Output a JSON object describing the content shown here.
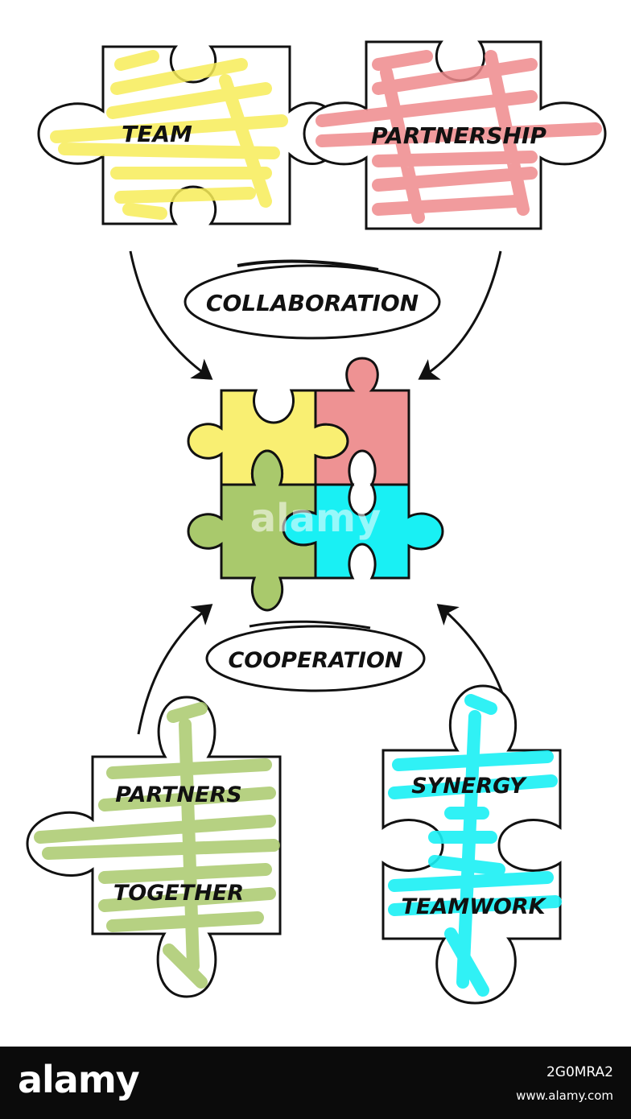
{
  "pieces": {
    "team": "TEAM",
    "partnership": "PARTNERSHIP",
    "partners": "PARTNERS",
    "together": "TOGETHER",
    "synergy": "SYNERGY",
    "teamwork": "TEAMWORK"
  },
  "ovals": {
    "collaboration": "COLLABORATION",
    "cooperation": "COOPERATION"
  },
  "colors": {
    "yellow": "#f9ef72",
    "pink": "#ee9293",
    "green": "#a9c96c",
    "cyan": "#19f0f4",
    "outline": "#111111"
  },
  "watermark": "alamy",
  "footer": {
    "brand": "alamy",
    "image_id": "2G0MRA2",
    "site": "www.alamy.com"
  }
}
